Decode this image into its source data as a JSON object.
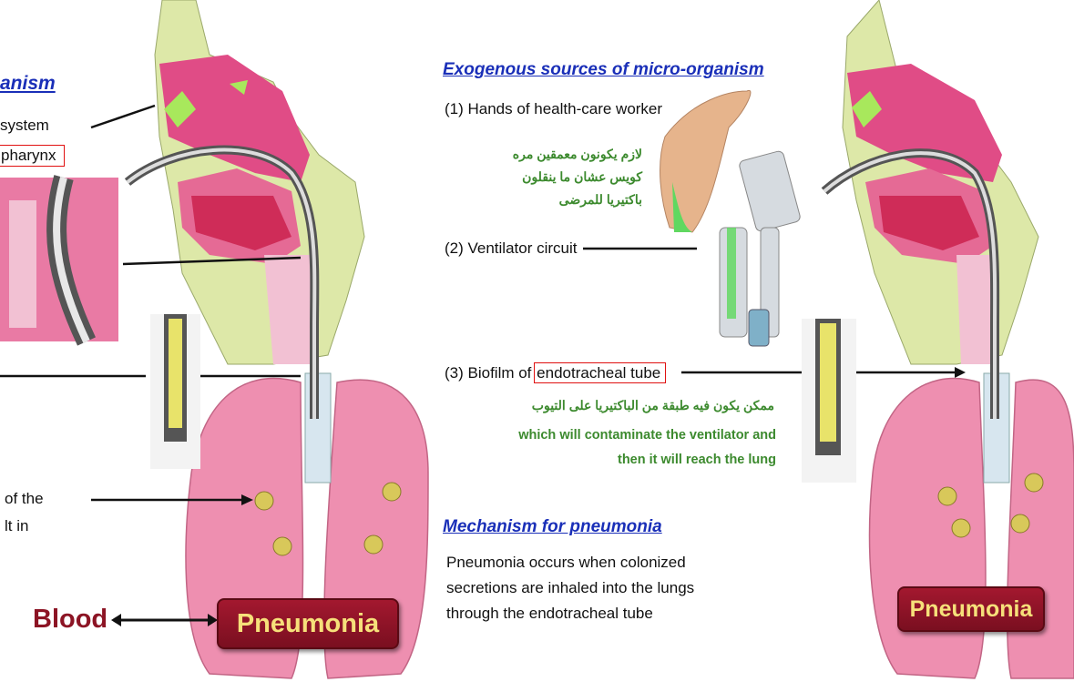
{
  "left_panel": {
    "heading_partial": "anism",
    "label_system": "system",
    "label_pharynx": "pharynx",
    "label_of_the": "of the",
    "label_lt_in": "lt in",
    "blood_label": "Blood",
    "pneumonia_label": "Pneumonia"
  },
  "middle_panel": {
    "exogenous_heading": "Exogenous sources of micro-organism",
    "item1": "(1) Hands of health-care worker",
    "item1_note_ar": [
      "لازم يكونون معمقين مره",
      "كويس عشان ما ينقلون",
      "باكتيريا للمرضى"
    ],
    "item2": "(2) Ventilator circuit",
    "item3_prefix": "(3) Biofilm of",
    "item3_highlight": "endotracheal tube",
    "item3_note_ar": "ممكن يكون فيه طبقة من الباكتيريا على التيوب",
    "item3_note_en": [
      "which will contaminate the ventilator and",
      "then it will reach the lung"
    ],
    "mechanism_heading": "Mechanism for pneumonia",
    "mechanism_text": [
      "Pneumonia occurs when colonized",
      "secretions are inhaled into the lungs",
      "through the endotracheal tube"
    ]
  },
  "right_panel": {
    "pneumonia_label": "Pneumonia"
  },
  "colors": {
    "heading_blue": "#1a2fb8",
    "note_green": "#3c8a2e",
    "lung_pink": "#ee8fb0",
    "tissue_magenta": "#d6306e",
    "badge_red": "#8c1424",
    "badge_text": "#f6e07a"
  }
}
